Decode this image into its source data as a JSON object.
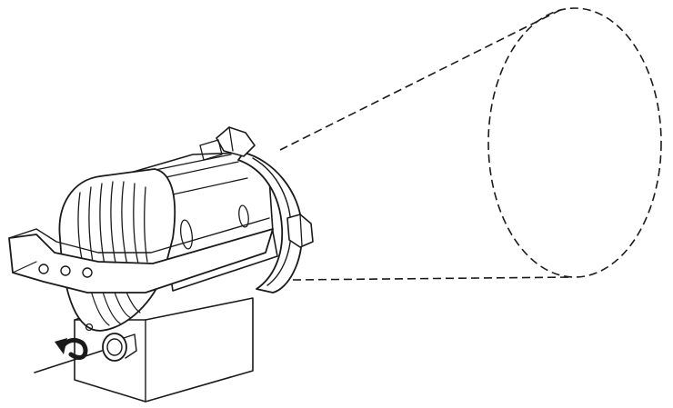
{
  "figure": {
    "kind": "line-drawing",
    "subject": "spotlight-with-beam-projection",
    "line_color": "#1a1a1a",
    "background": "#ffffff",
    "dashed_beam": true,
    "rotation_arrow": "counter-clockwise"
  }
}
